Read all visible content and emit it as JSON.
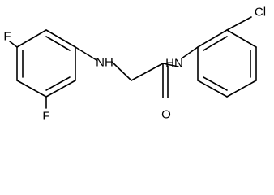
{
  "molecule": {
    "atoms": {
      "fluorine_top": "F",
      "fluorine_bottom": "F",
      "amine_nh": "NH",
      "amide_hn": "HN",
      "carbonyl_oxygen": "O",
      "chlorine": "Cl"
    }
  }
}
